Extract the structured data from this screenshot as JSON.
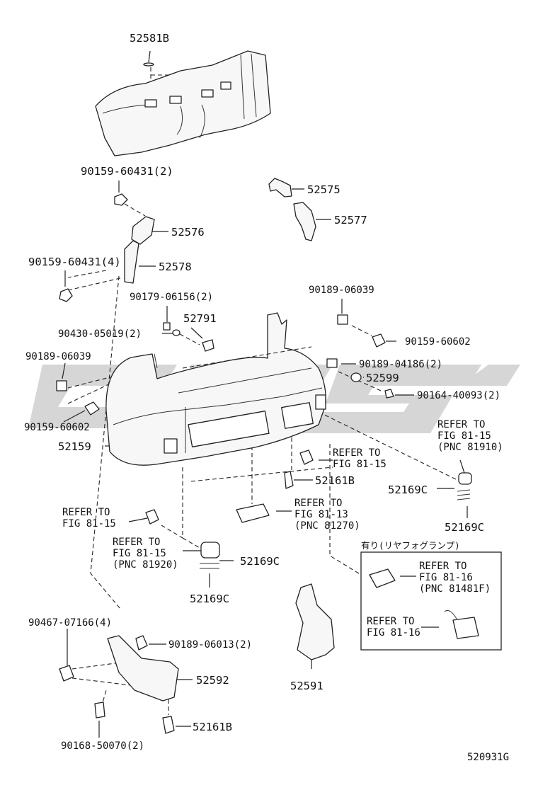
{
  "diagram_code": "520931G",
  "watermark": {
    "text": "CSSC",
    "color": "#c8c8c8"
  },
  "box_header": "有り(リヤフォグランプ)",
  "labels": {
    "l_52581B": "52581B",
    "l_90159_60431_a": "90159-60431(2)",
    "l_52575": "52575",
    "l_52577": "52577",
    "l_52576": "52576",
    "l_90159_60431_b": "90159-60431(4)",
    "l_52578": "52578",
    "l_90179_06156": "90179-06156(2)",
    "l_90189_06039_r": "90189-06039",
    "l_52791": "52791",
    "l_90430_05019": "90430-05019(2)",
    "l_90159_60602_r": "90159-60602",
    "l_90189_06039_l": "90189-06039",
    "l_90189_04186": "90189-04186(2)",
    "l_52599": "52599",
    "l_90164_40093": "90164-40093(2)",
    "l_90159_60602_l": "90159-60602",
    "l_52159": "52159",
    "l_52161B_a": "52161B",
    "l_52169C_a": "52169C",
    "l_52169C_b": "52169C",
    "l_52169C_c": "52169C",
    "l_52169C_d": "52169C",
    "l_90467_07166": "90467-07166(4)",
    "l_90189_06013": "90189-06013(2)",
    "l_52592": "52592",
    "l_52591": "52591",
    "l_52161B_b": "52161B",
    "l_90168_50070": "90168-50070(2)"
  },
  "refs": {
    "r1": [
      "REFER TO",
      "FIG 81-15",
      "(PNC 81910)"
    ],
    "r2": [
      "REFER TO",
      "FIG 81-15"
    ],
    "r3": [
      "REFER TO",
      "FIG 81-13",
      "(PNC 81270)"
    ],
    "r4": [
      "REFER TO",
      "FIG 81-15"
    ],
    "r5": [
      "REFER TO",
      "FIG 81-15",
      "(PNC 81920)"
    ],
    "r6": [
      "REFER TO",
      "FIG 81-16",
      "(PNC 81481F)"
    ],
    "r7": [
      "REFER TO",
      "FIG 81-16"
    ]
  }
}
